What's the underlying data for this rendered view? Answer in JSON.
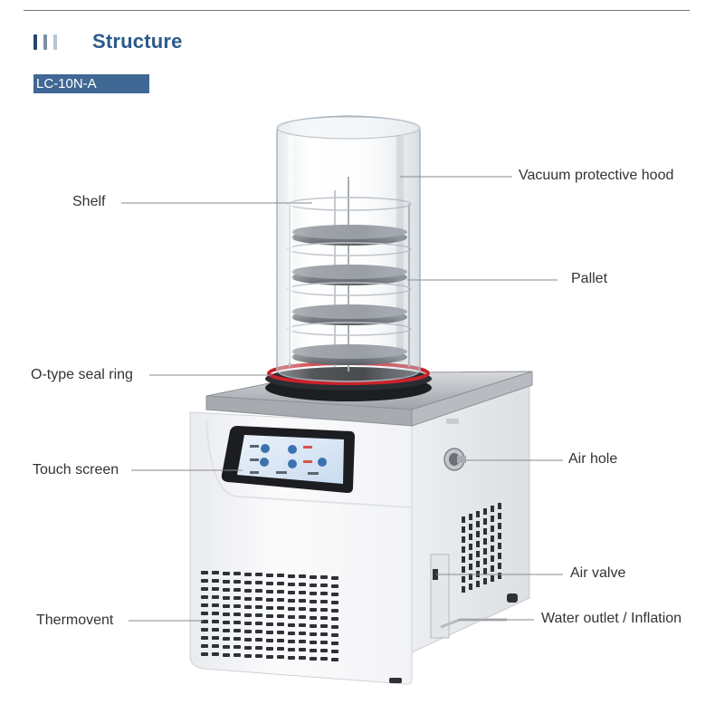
{
  "header": {
    "title": "Structure",
    "model": "LC-10N-A",
    "bar_colors": [
      "#27466e",
      "#7d8fa6",
      "#b9c4d2"
    ]
  },
  "colors": {
    "accent": "#2d5a8a",
    "badge": "#3f6894",
    "leader_line": "#8a8a8a",
    "seal_ring": "#c8232c"
  },
  "labels": {
    "vacuum_hood": "Vacuum protective hood",
    "shelf": "Shelf",
    "pallet": "Pallet",
    "seal_ring": "O-type seal ring",
    "touch_screen": "Touch screen",
    "air_hole": "Air hole",
    "air_valve": "Air valve",
    "thermovent": "Thermovent",
    "water_outlet": "Water outlet / Inflation"
  }
}
